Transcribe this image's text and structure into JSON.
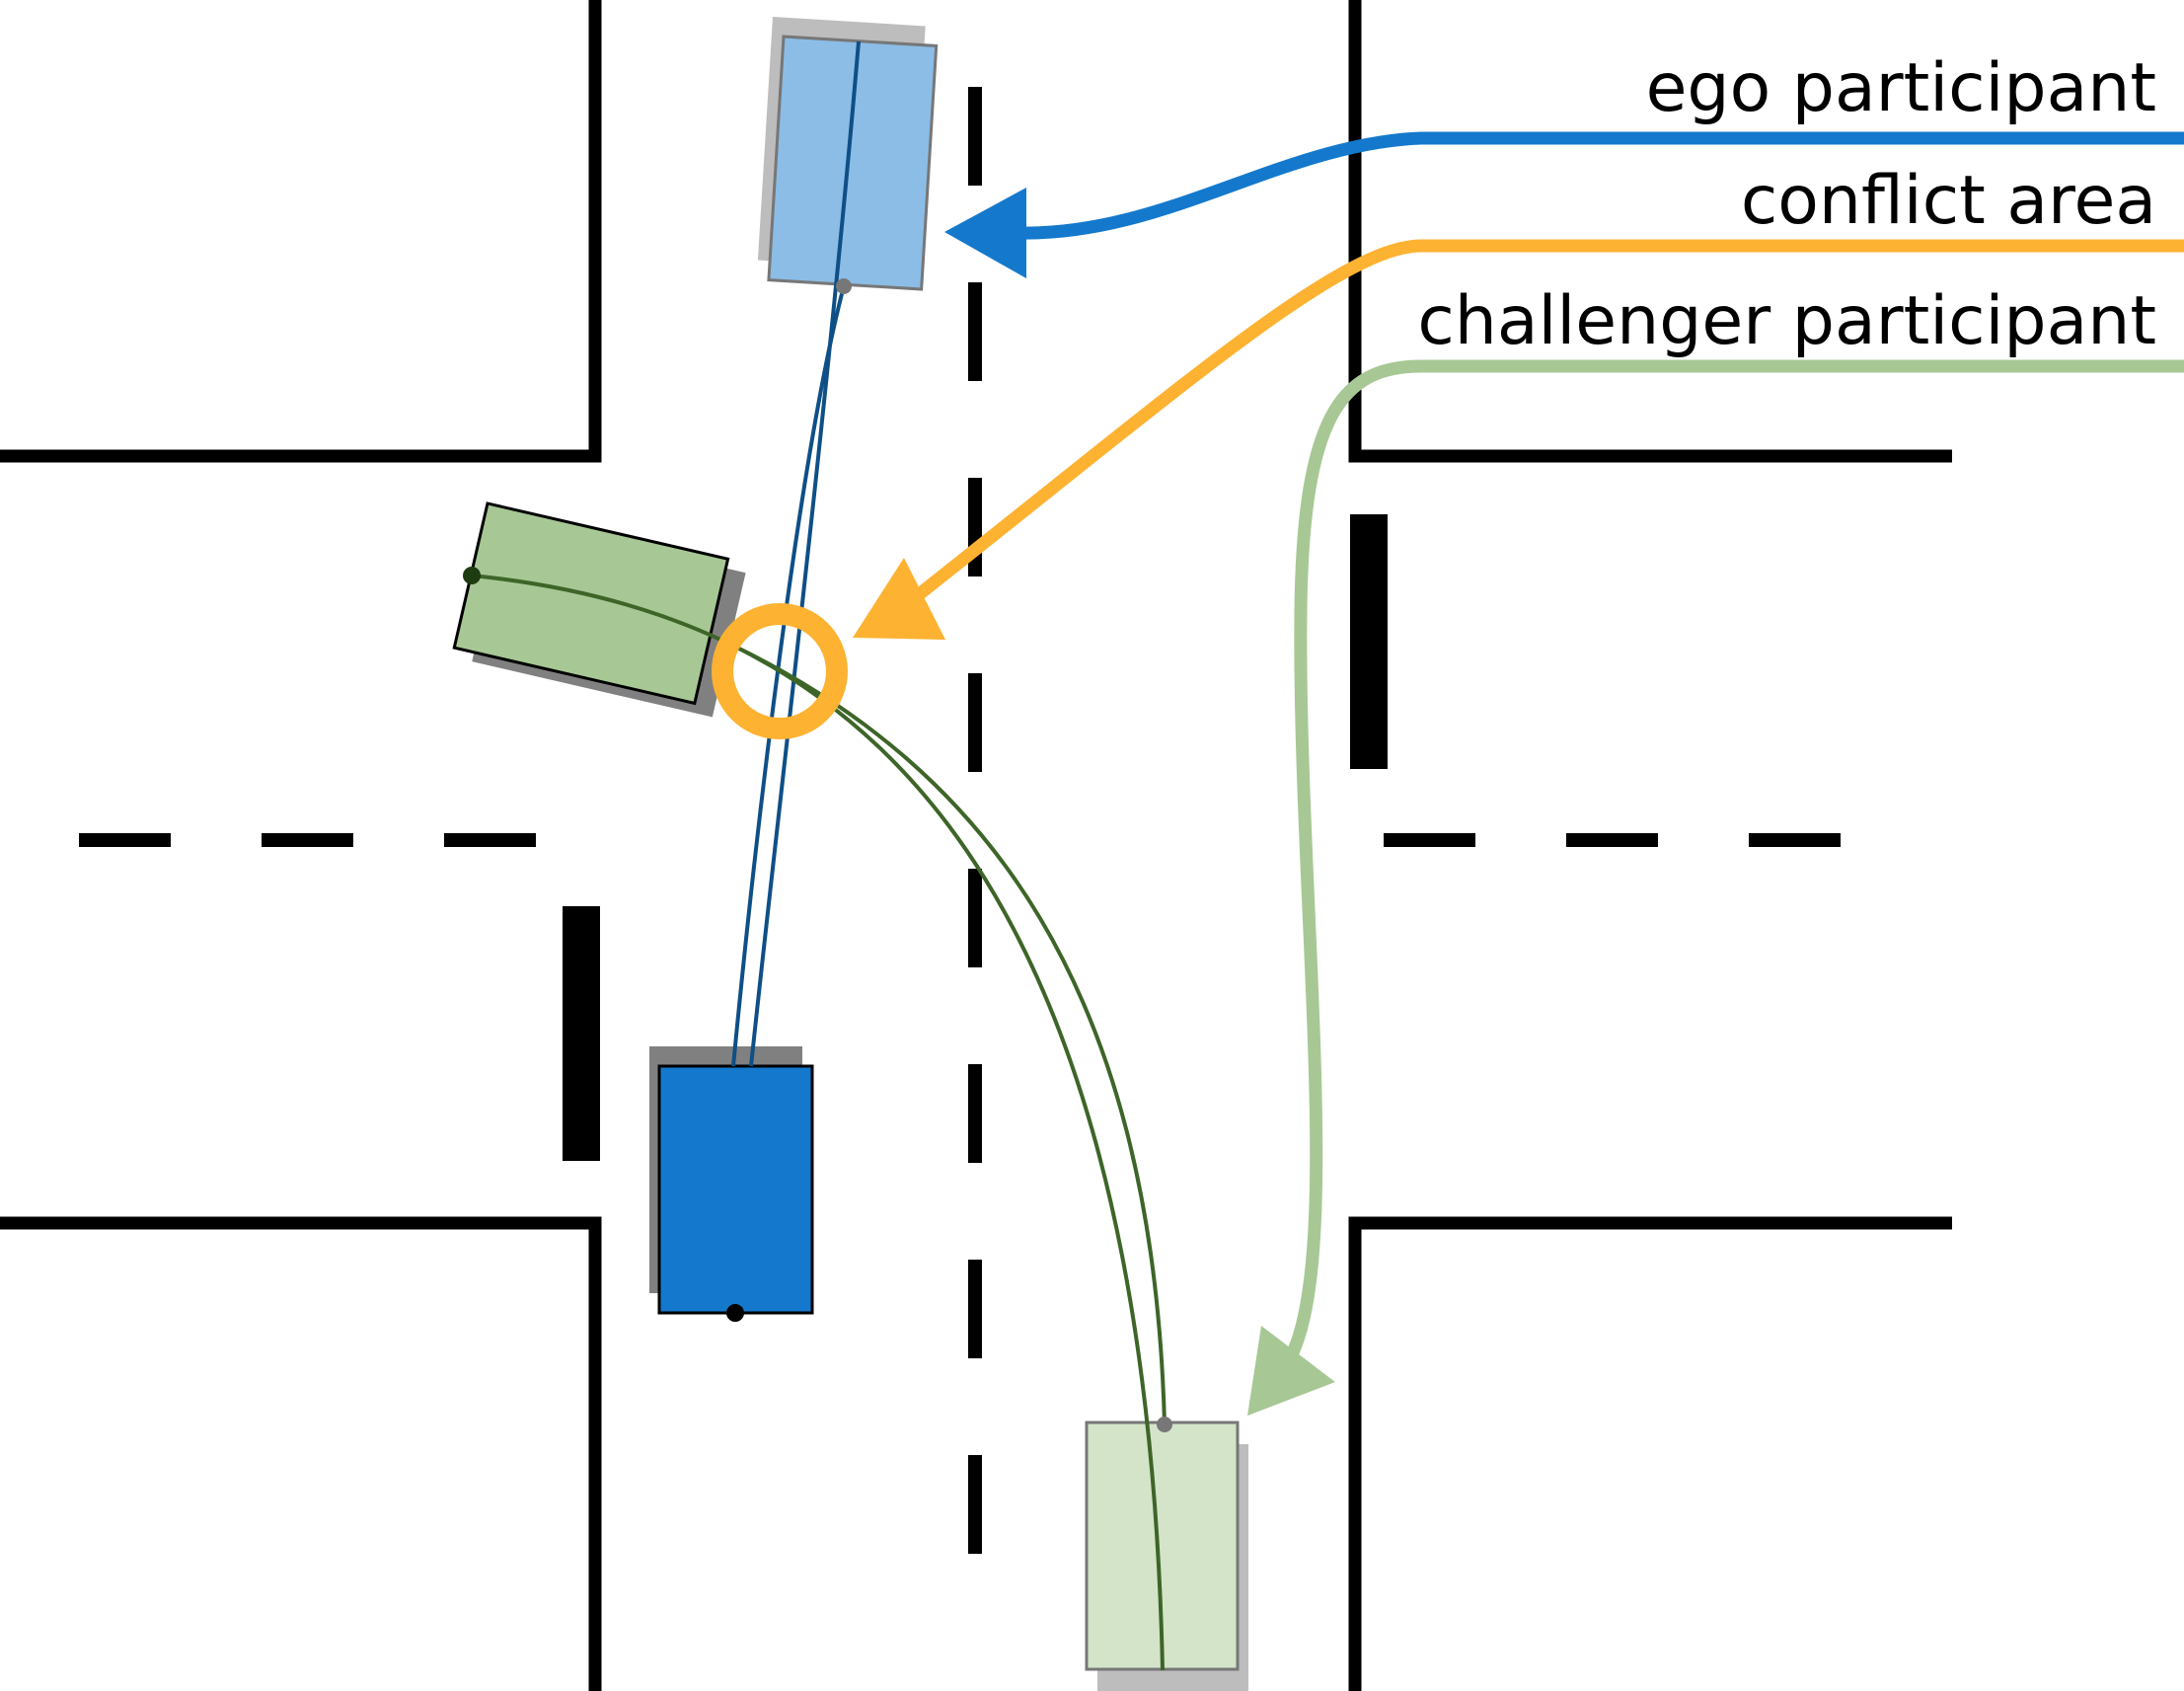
{
  "legend": {
    "ego_label": "ego participant",
    "conflict_label": "conflict area",
    "challenger_label": "challenger participant"
  },
  "colors": {
    "ego": "#1479cc",
    "ego_light": "#8bbde6",
    "conflict": "#fdb232",
    "challenger": "#a7c895",
    "challenger_light": "#d3e4c9",
    "challenger_path": "#3d6528",
    "ego_path": "#0e4f86",
    "road_marking": "#000000",
    "shadow": "#808080",
    "shadow_light": "#bdbdbd"
  }
}
